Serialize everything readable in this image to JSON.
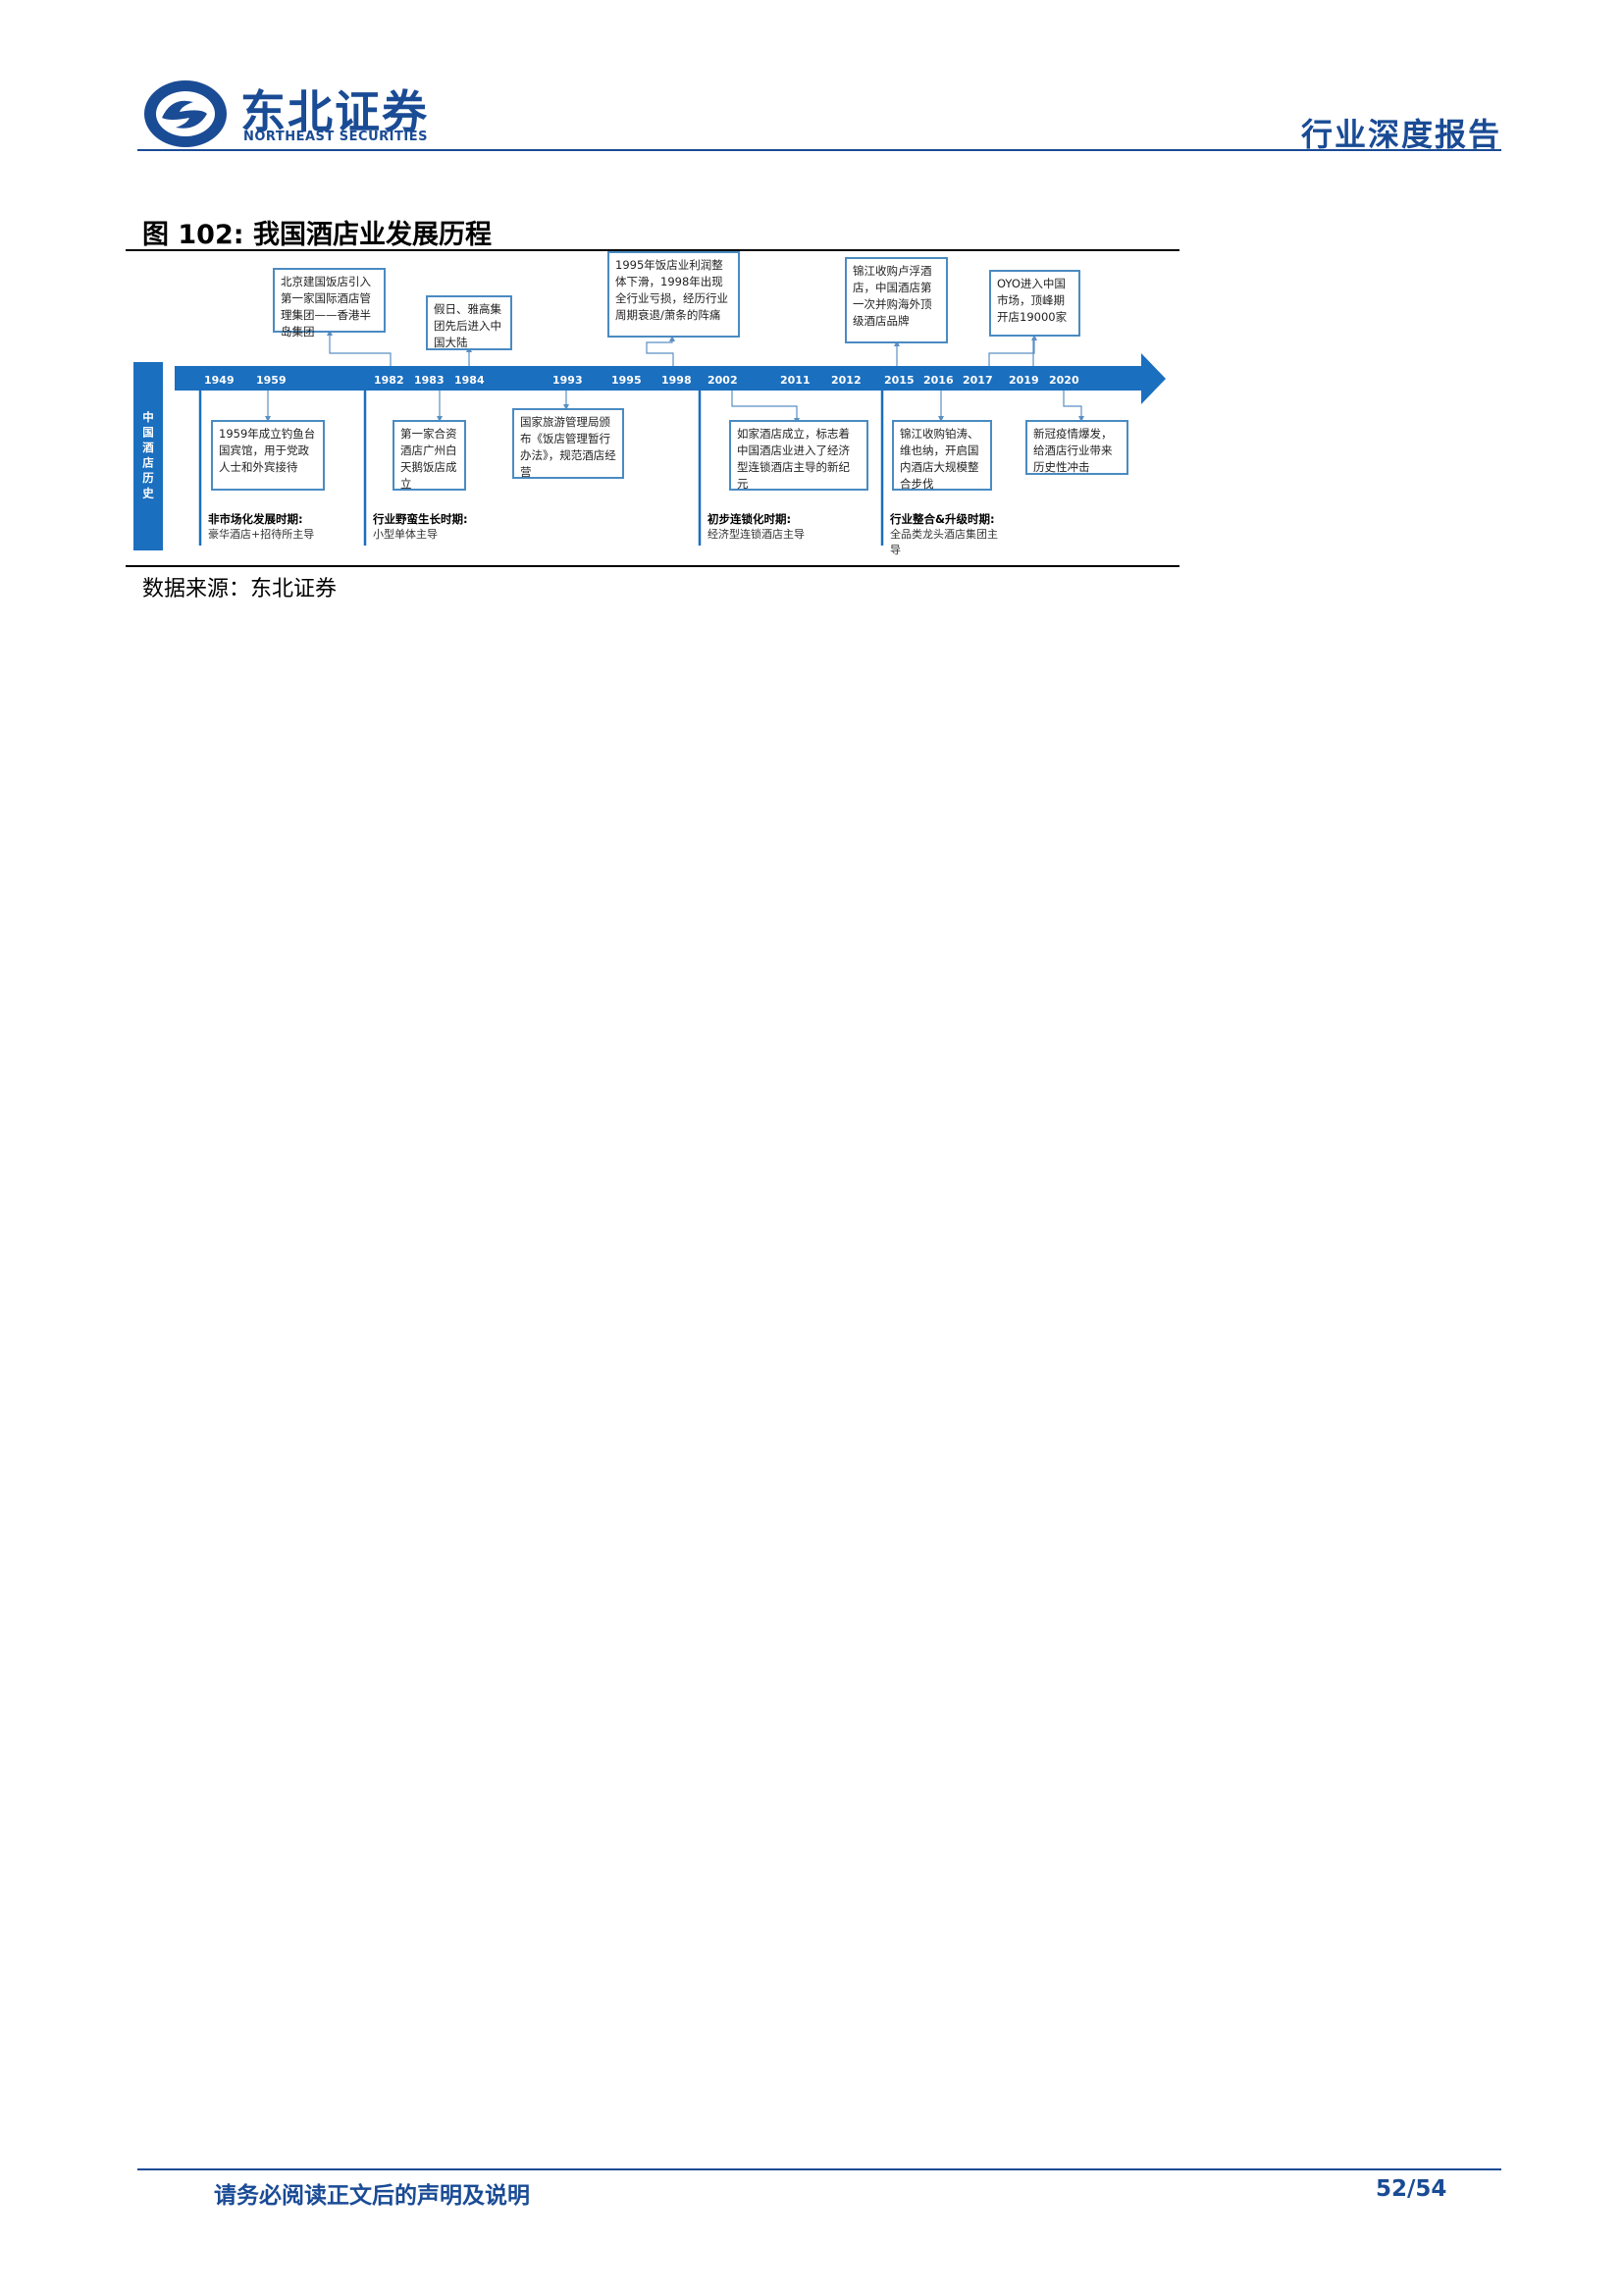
{
  "header": {
    "logo_cn": "东北证券",
    "logo_en": "NORTHEAST SECURITIES",
    "report_type": "行业深度报告"
  },
  "figure": {
    "caption": "图 102:  我国酒店业发展历程",
    "side_label": "中国酒店历史",
    "years": [
      "1949",
      "1959",
      "1982",
      "1983",
      "1984",
      "1993",
      "1995",
      "1998",
      "2002",
      "2011",
      "2012",
      "2015",
      "2016",
      "2017",
      "2019",
      "2020"
    ],
    "events_top": [
      {
        "text": "北京建国饭店引入第一家国际酒店管理集团——香港半岛集团"
      },
      {
        "text": "假日、雅高集团先后进入中国大陆"
      },
      {
        "text": "1995年饭店业利润整体下滑，1998年出现全行业亏损，经历行业周期衰退/萧条的阵痛"
      },
      {
        "text": "锦江收购卢浮酒店，中国酒店第一次并购海外顶级酒店品牌"
      },
      {
        "text": "OYO进入中国市场，顶峰期开店19000家"
      }
    ],
    "events_bottom": [
      {
        "text": "1959年成立钓鱼台国宾馆，用于党政人士和外宾接待"
      },
      {
        "text": "第一家合资酒店广州白天鹅饭店成立"
      },
      {
        "text": "国家旅游管理局颁布《饭店管理暂行办法》，规范酒店经营"
      },
      {
        "text": "如家酒店成立，标志着中国酒店业进入了经济型连锁酒店主导的新纪元"
      },
      {
        "text": "锦江收购铂涛、维也纳，开启国内酒店大规模整合步伐"
      },
      {
        "text": "新冠疫情爆发，给酒店行业带来历史性冲击"
      }
    ],
    "eras": [
      {
        "title": "非市场化发展时期:",
        "sub": "豪华酒店+招待所主导"
      },
      {
        "title": "行业野蛮生长时期:",
        "sub": "小型单体主导"
      },
      {
        "title": "初步连锁化时期:",
        "sub": "经济型连锁酒店主导"
      },
      {
        "title": "行业整合&升级时期:",
        "sub": "全品类龙头酒店集团主导"
      }
    ],
    "source": "数据来源：东北证券"
  },
  "footer": {
    "note": "请务必阅读正文后的声明及说明",
    "page": "52/54"
  }
}
